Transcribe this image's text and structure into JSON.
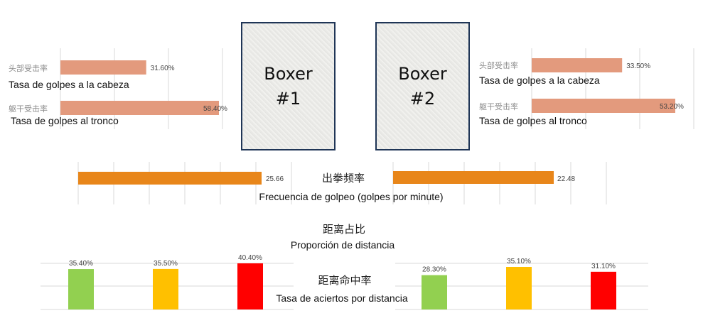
{
  "boxers": [
    {
      "line1": "Boxer",
      "line2": "#1"
    },
    {
      "line1": "Boxer",
      "line2": "#2"
    }
  ],
  "labels": {
    "head_cn": "头部受击率",
    "head_es": "Tasa de golpes a la cabeza",
    "trunk_cn": "躯干受击率",
    "trunk_es": "Tasa de golpes al tronco",
    "freq_cn": "出拳频率",
    "freq_es": "Frecuencia de golpeo  (golpes por minute)",
    "dist_cn": "距离占比",
    "dist_es": "Proporción de distancia",
    "hit_cn": "距离命中率",
    "hit_es": "Tasa de aciertos por distancia"
  },
  "colors": {
    "salmon": "#e39a7d",
    "orange": "#e8861a",
    "green": "#92d050",
    "amber": "#ffc000",
    "red": "#ff0000"
  },
  "chart_data": [
    {
      "type": "bar",
      "orientation": "horizontal",
      "categories": [
        "头部受击率",
        "躯干受击率"
      ],
      "values": [
        31.6,
        58.4
      ],
      "value_labels": [
        "31.60%",
        "58.40%"
      ],
      "grid": true
    },
    {
      "type": "bar",
      "orientation": "horizontal",
      "categories": [
        "头部受击率",
        "躯干受击率"
      ],
      "values": [
        33.5,
        53.2
      ],
      "value_labels": [
        "33.50%",
        "53.20%"
      ],
      "grid": true
    },
    {
      "type": "bar",
      "orientation": "horizontal",
      "categories": [
        "出拳频率"
      ],
      "values": [
        25.66
      ],
      "value_labels": [
        "25.66"
      ],
      "grid": true
    },
    {
      "type": "bar",
      "orientation": "horizontal",
      "categories": [
        "出拳频率"
      ],
      "values": [
        22.48
      ],
      "value_labels": [
        "22.48"
      ],
      "grid": true
    },
    {
      "type": "bar",
      "values": [
        35.4,
        35.5,
        40.4
      ],
      "value_labels": [
        "35.40%",
        "35.50%",
        "40.40%"
      ],
      "grid": true
    },
    {
      "type": "bar",
      "values": [
        28.3,
        35.1,
        31.1
      ],
      "value_labels": [
        "28.30%",
        "35.10%",
        "31.10%"
      ],
      "grid": true
    }
  ]
}
